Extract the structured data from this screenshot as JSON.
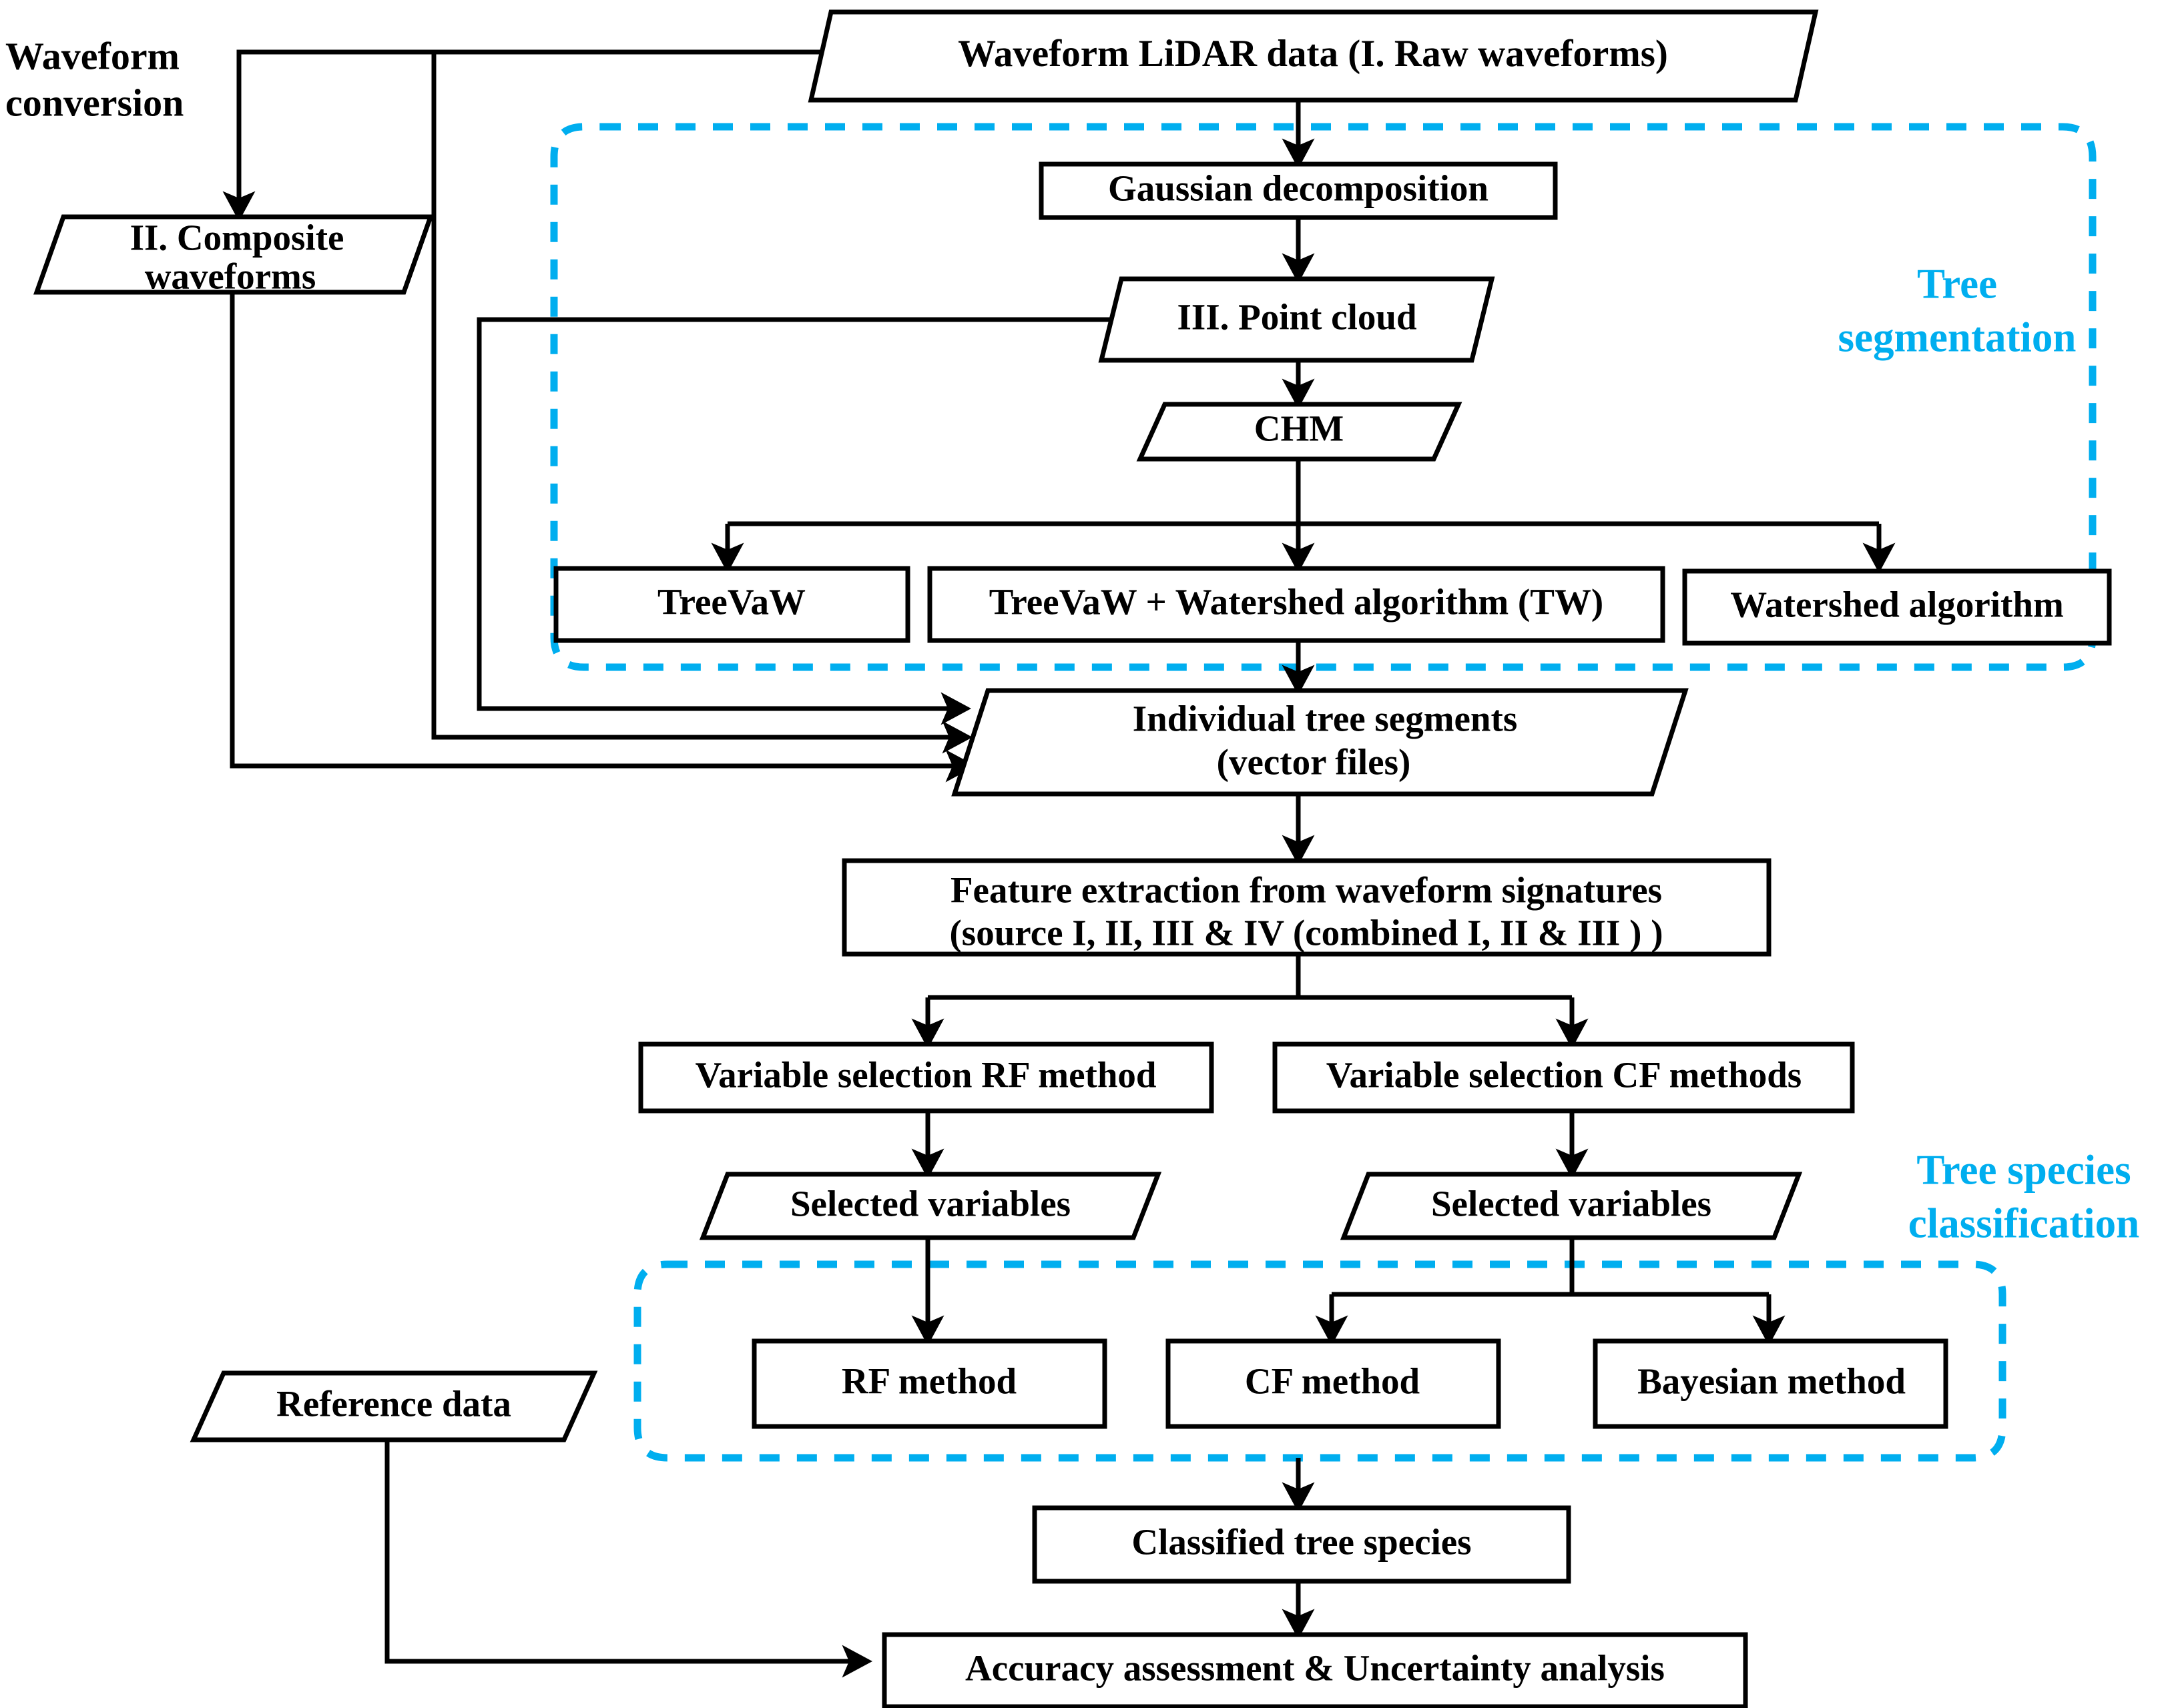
{
  "meta": {
    "title": "Waveform LiDAR tree species classification workflow",
    "accent_cyan": "#00AEEF",
    "line_color": "#000000",
    "background": "#FFFFFF"
  },
  "side_labels": {
    "waveform_conversion_line1": "Waveform",
    "waveform_conversion_line2": "conversion"
  },
  "group_labels": {
    "tree_segmentation_line1": "Tree",
    "tree_segmentation_line2": "segmentation",
    "tree_species_line1": "Tree species",
    "tree_species_line2": "classification"
  },
  "nodes": {
    "raw_waveforms": "Waveform LiDAR data (I. Raw waveforms)",
    "composite_waveforms_line1": "II. Composite",
    "composite_waveforms_line2": "waveforms",
    "gaussian_decomposition": "Gaussian decomposition",
    "point_cloud": "III. Point cloud",
    "chm": "CHM",
    "treevaw": "TreeVaW",
    "treevaw_watershed": "TreeVaW + Watershed algorithm (TW)",
    "watershed": "Watershed algorithm",
    "individual_segments_line1": "Individual tree segments",
    "individual_segments_line2": "(vector files)",
    "feature_extraction_line1": "Feature extraction from waveform signatures",
    "feature_extraction_line2": "(source I, II, III & IV (combined I, II & III ) )",
    "var_sel_rf": "Variable selection RF method",
    "var_sel_cf": "Variable selection CF methods",
    "selected_variables_rf": "Selected variables",
    "selected_variables_cf": "Selected variables",
    "rf_method": "RF method",
    "cf_method": "CF method",
    "bayesian_method": "Bayesian method",
    "reference_data": "Reference data",
    "classified_species": "Classified tree species",
    "accuracy_assessment": "Accuracy assessment & Uncertainty analysis"
  }
}
